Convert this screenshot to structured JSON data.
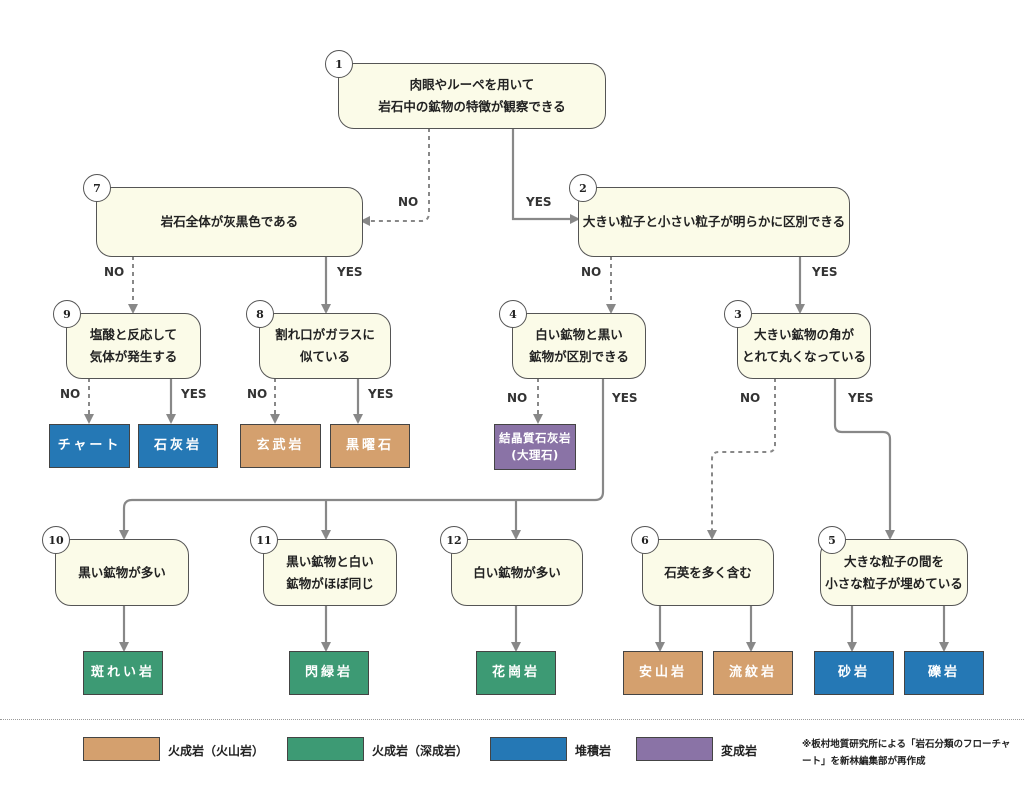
{
  "colors": {
    "volcanic": "#d4a06e",
    "plutonic": "#3d9a74",
    "sedimentary": "#2578b5",
    "metamorphic": "#8a73a6",
    "box_fill": "#fbfbe8",
    "line": "#888888"
  },
  "questions": {
    "q1": {
      "num": "1",
      "text": "肉眼やルーペを用いて\n岩石中の鉱物の特徴が観察できる"
    },
    "q2": {
      "num": "2",
      "text": "大きい粒子と小さい粒子が明らかに区別できる"
    },
    "q3": {
      "num": "3",
      "text": "大きい鉱物の角が\nとれて丸くなっている"
    },
    "q4": {
      "num": "4",
      "text": "白い鉱物と黒い\n鉱物が区別できる"
    },
    "q5": {
      "num": "5",
      "text": "大きな粒子の間を\n小さな粒子が埋めている"
    },
    "q6": {
      "num": "6",
      "text": "石英を多く含む"
    },
    "q7": {
      "num": "7",
      "text": "岩石全体が灰黒色である"
    },
    "q8": {
      "num": "8",
      "text": "割れ口がガラスに\n似ている"
    },
    "q9": {
      "num": "9",
      "text": "塩酸と反応して\n気体が発生する"
    },
    "q10": {
      "num": "10",
      "text": "黒い鉱物が多い"
    },
    "q11": {
      "num": "11",
      "text": "黒い鉱物と白い\n鉱物がほぼ同じ"
    },
    "q12": {
      "num": "12",
      "text": "白い鉱物が多い"
    }
  },
  "rocks": {
    "chert": "チャート",
    "limestone": "石灰岩",
    "basalt": "玄武岩",
    "obsidian": "黒曜石",
    "marble": "結晶質石灰岩\n(大理石)",
    "gabbro": "斑れい岩",
    "diorite": "閃緑岩",
    "granite": "花崗岩",
    "andesite": "安山岩",
    "rhyolite": "流紋岩",
    "sandstone": "砂岩",
    "conglomerate": "礫岩"
  },
  "branch_labels": {
    "yes": "YES",
    "no": "NO"
  },
  "legend": {
    "volcanic": "火成岩（火山岩）",
    "plutonic": "火成岩（深成岩）",
    "sedimentary": "堆積岩",
    "metamorphic": "変成岩"
  },
  "credit": "※板村地質研究所による「岩石分類のフローチャート」を新林編集部が再作成"
}
